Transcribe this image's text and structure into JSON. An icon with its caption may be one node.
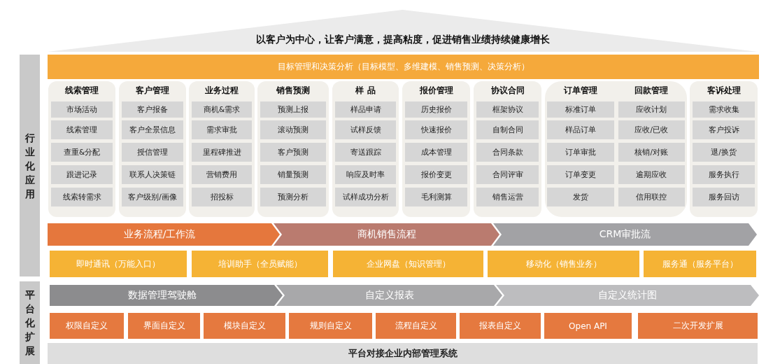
{
  "diagram": {
    "nodes": [
      {
        "text": [
          "以客户为中心，让客户满意，提高粘度，促进销售业绩持续健康增长"
        ]
      },
      {
        "text": [
          "行业化应用"
        ]
      },
      {
        "text": [
          "目标管理和决策分析（目标模型、多维建模、销售预测、决策分析）"
        ]
      },
      {
        "text": [
          "线索管理"
        ]
      },
      {
        "text": [
          "市场活动"
        ],
        "in": 3
      },
      {
        "text": [
          "线索管理"
        ],
        "in": 3
      },
      {
        "text": [
          "查重&分配"
        ],
        "in": 3
      },
      {
        "text": [
          "跟进记录"
        ],
        "in": 3
      },
      {
        "text": [
          "线索转需求"
        ],
        "in": 3
      },
      {
        "text": [
          "客户管理"
        ]
      },
      {
        "text": [
          "客户报备"
        ],
        "in": 9
      },
      {
        "text": [
          "客户全景信息"
        ],
        "in": 9
      },
      {
        "text": [
          "授信管理"
        ],
        "in": 9
      },
      {
        "text": [
          "联系人决策链"
        ],
        "in": 9
      },
      {
        "text": [
          "客户级别/画像"
        ],
        "in": 9
      },
      {
        "text": [
          "业务过程"
        ]
      },
      {
        "text": [
          "商机&需求"
        ],
        "in": 15
      },
      {
        "text": [
          "需求审批"
        ],
        "in": 15
      },
      {
        "text": [
          "里程碑推进"
        ],
        "in": 15
      },
      {
        "text": [
          "营销费用"
        ],
        "in": 15
      },
      {
        "text": [
          "招投标"
        ],
        "in": 15
      },
      {
        "text": [
          "销售预测"
        ]
      },
      {
        "text": [
          "预测上报"
        ],
        "in": 21
      },
      {
        "text": [
          "滚动预测"
        ],
        "in": 21
      },
      {
        "text": [
          "客户预测"
        ],
        "in": 21
      },
      {
        "text": [
          "销量预测"
        ],
        "in": 21
      },
      {
        "text": [
          "预测分析"
        ],
        "in": 21
      },
      {
        "text": [
          "样 品"
        ]
      },
      {
        "text": [
          "样品申请"
        ],
        "in": 27
      },
      {
        "text": [
          "试样反馈"
        ],
        "in": 27
      },
      {
        "text": [
          "寄送跟踪"
        ],
        "in": 27
      },
      {
        "text": [
          "响应及时率"
        ],
        "in": 27
      },
      {
        "text": [
          "试样成功分析"
        ],
        "in": 27
      },
      {
        "text": [
          "报价管理"
        ]
      },
      {
        "text": [
          "历史报价"
        ],
        "in": 33
      },
      {
        "text": [
          "快速报价"
        ],
        "in": 33
      },
      {
        "text": [
          "成本管理"
        ],
        "in": 33
      },
      {
        "text": [
          "报价变更"
        ],
        "in": 33
      },
      {
        "text": [
          "毛利测算"
        ],
        "in": 33
      },
      {
        "text": [
          "协议合同"
        ]
      },
      {
        "text": [
          "框架协议"
        ],
        "in": 39
      },
      {
        "text": [
          "自制合同"
        ],
        "in": 39
      },
      {
        "text": [
          "合同条款"
        ],
        "in": 39
      },
      {
        "text": [
          "合同评审"
        ],
        "in": 39
      },
      {
        "text": [
          "销售运营"
        ],
        "in": 39
      },
      {
        "text": [
          "订单管理",
          "回款管理"
        ]
      },
      {
        "text": [
          "标准订单"
        ],
        "in": 45
      },
      {
        "text": [
          "样品订单"
        ],
        "in": 45
      },
      {
        "text": [
          "订单审批"
        ],
        "in": 45
      },
      {
        "text": [
          "订单变更"
        ],
        "in": 45
      },
      {
        "text": [
          "发货"
        ],
        "in": 45
      },
      {
        "text": [
          "应收计划"
        ],
        "in": 45
      },
      {
        "text": [
          "应收/已收"
        ],
        "in": 45
      },
      {
        "text": [
          "核销/对账"
        ],
        "in": 45
      },
      {
        "text": [
          "逾期应收"
        ],
        "in": 45
      },
      {
        "text": [
          "信用联控"
        ],
        "in": 45
      },
      {
        "text": [
          "客诉处理"
        ]
      },
      {
        "text": [
          "需求收集"
        ],
        "in": 56
      },
      {
        "text": [
          "客户投诉"
        ],
        "in": 56
      },
      {
        "text": [
          "退/换货"
        ],
        "in": 56
      },
      {
        "text": [
          "服务执行"
        ],
        "in": 56
      },
      {
        "text": [
          "服务回访"
        ],
        "in": 56
      },
      {
        "text": [
          "业务流程/工作流"
        ]
      },
      {
        "text": [
          "商机销售流程"
        ]
      },
      {
        "text": [
          "CRM审批流"
        ]
      },
      {
        "text": [
          "即时通讯（万能入口）"
        ]
      },
      {
        "text": [
          "培训助手（全员赋能）"
        ]
      },
      {
        "text": [
          "企业网盘（知识管理）"
        ]
      },
      {
        "text": [
          "移动化（销售业务）"
        ]
      },
      {
        "text": [
          "服务通（服务平台）"
        ]
      },
      {
        "text": [
          "平台化扩展"
        ]
      },
      {
        "text": [
          "数据管理驾驶舱"
        ]
      },
      {
        "text": [
          "自定义报表"
        ]
      },
      {
        "text": [
          "自定义统计图"
        ]
      },
      {
        "text": [
          "权限自定义"
        ]
      },
      {
        "text": [
          "界面自定义"
        ]
      },
      {
        "text": [
          "模块自定义"
        ]
      },
      {
        "text": [
          "规则自定义"
        ]
      },
      {
        "text": [
          "流程自定义"
        ]
      },
      {
        "text": [
          "报表自定义"
        ]
      },
      {
        "text": [
          "Open API"
        ]
      },
      {
        "text": [
          "二次开发扩展"
        ]
      },
      {
        "text": [
          "平台对接企业内部管理系统"
        ]
      }
    ]
  }
}
